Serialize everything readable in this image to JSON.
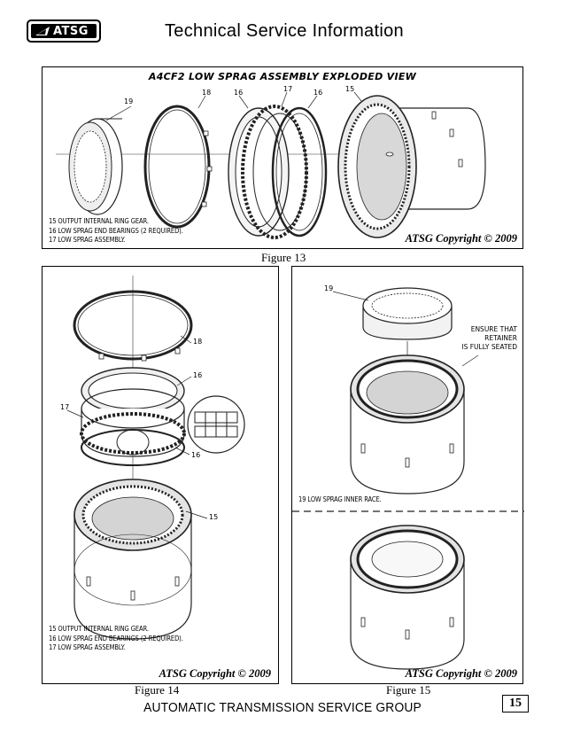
{
  "header": {
    "logo_text": "ATSG",
    "title": "Technical Service Information"
  },
  "figure13": {
    "title": "A4CF2 LOW SPRAG ASSEMBLY EXPLODED VIEW",
    "callouts": [
      "19",
      "18",
      "16",
      "17",
      "16",
      "15"
    ],
    "legend": [
      "15  OUTPUT INTERNAL RING GEAR.",
      "16  LOW SPRAG END BEARINGS (2 REQUIRED).",
      "17  LOW SPRAG ASSEMBLY."
    ],
    "copyright": "ATSG Copyright © 2009",
    "caption": "Figure 13"
  },
  "figure14": {
    "callouts": [
      "18",
      "16",
      "17",
      "16",
      "15"
    ],
    "legend": [
      "15  OUTPUT INTERNAL RING GEAR.",
      "16  LOW SPRAG END BEARINGS (2 REQUIRED).",
      "17  LOW SPRAG ASSEMBLY."
    ],
    "copyright": "ATSG Copyright © 2009",
    "caption": "Figure 14"
  },
  "figure15": {
    "callouts": [
      "19"
    ],
    "note": [
      "ENSURE THAT",
      "RETAINER",
      "IS FULLY SEATED"
    ],
    "legend": [
      "19  LOW SPRAG INNER RACE."
    ],
    "copyright": "ATSG Copyright © 2009",
    "caption": "Figure 15"
  },
  "footer": {
    "text": "AUTOMATIC TRANSMISSION SERVICE GROUP",
    "page_number": "15"
  }
}
